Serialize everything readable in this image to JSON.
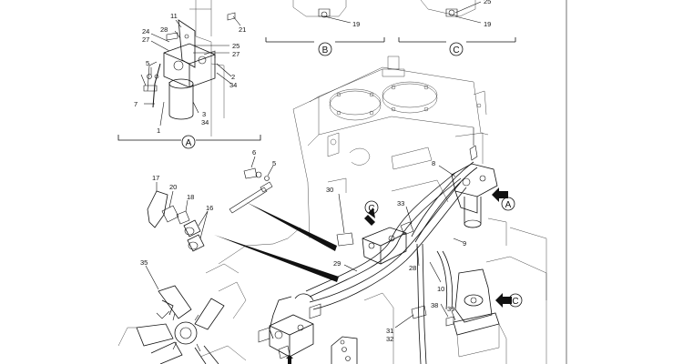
{
  "callouts": {
    "a": "A",
    "b": "B",
    "c": "C"
  },
  "labels": {
    "n1": "1",
    "n2": "2",
    "n3": "3",
    "n5": "5",
    "n5b": "5",
    "n6": "6",
    "n6b": "6",
    "n7": "7",
    "n8": "8",
    "n9": "9",
    "n10": "10",
    "n11": "11",
    "n16": "16",
    "n17": "17",
    "n18": "18",
    "n19a": "19",
    "n19b": "19",
    "n20": "20",
    "n21": "21",
    "n24": "24",
    "n25": "25",
    "n27a": "27",
    "n27b": "27",
    "n28a": "28",
    "n28b": "28",
    "n29": "29",
    "n30": "30",
    "n31": "31",
    "n32": "32",
    "n33": "33",
    "n34a": "34",
    "n34b": "34",
    "n35": "35",
    "n38": "38",
    "n39": "39"
  },
  "colors": {
    "line": "#111111",
    "background": "#ffffff",
    "light_line": "#333333"
  }
}
